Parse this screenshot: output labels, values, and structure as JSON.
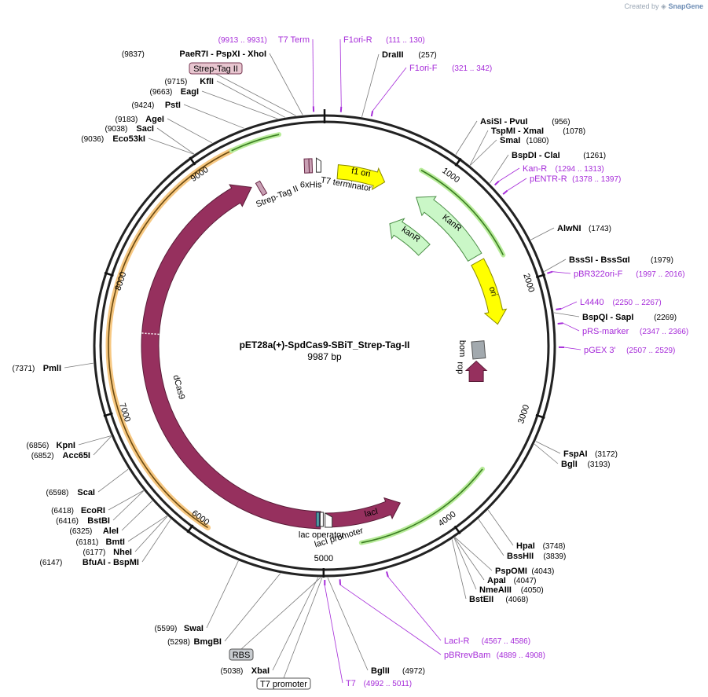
{
  "credit": {
    "created_by": "Created by",
    "brand": "SnapGene"
  },
  "plasmid": {
    "name": "pET28a(+)-SpdCas9-SBiT_Strep-Tag-II",
    "size_label": "9987 bp",
    "length": 9987
  },
  "colors": {
    "backbone": "#222222",
    "site_line": "#7a7a7a",
    "primer": "#a62cd9",
    "cas9": "#96305e",
    "kan": "#caf7c7",
    "kan_stroke": "#4c8f47",
    "yellow": "#ffff00",
    "orange_glow": "#f7c882",
    "green_glow": "#b8ec9a",
    "green_line": "#3b7d22",
    "bom": "#a2a9ae",
    "rop": "#96305e"
  },
  "ticks": [
    {
      "pos": 1000,
      "label": "1000"
    },
    {
      "pos": 2000,
      "label": "2000"
    },
    {
      "pos": 3000,
      "label": "3000"
    },
    {
      "pos": 4000,
      "label": "4000"
    },
    {
      "pos": 5000,
      "label": "5000"
    },
    {
      "pos": 6000,
      "label": "6000"
    },
    {
      "pos": 7000,
      "label": "7000"
    },
    {
      "pos": 8000,
      "label": "8000"
    },
    {
      "pos": 9000,
      "label": "9000"
    }
  ],
  "sites": [
    {
      "pos": 257,
      "name": "DraIII",
      "label_pos": "(257)",
      "side": "right"
    },
    {
      "pos": 956,
      "name": "AsiSI  - PvuI",
      "label_pos": "(956)",
      "side": "right"
    },
    {
      "pos": 1078,
      "name": "TspMI  - XmaI",
      "label_pos": "(1078)",
      "side": "right"
    },
    {
      "pos": 1080,
      "name": "SmaI",
      "label_pos": "(1080)",
      "side": "right"
    },
    {
      "pos": 1261,
      "name": "BspDI  - ClaI",
      "label_pos": "(1261)",
      "side": "right"
    },
    {
      "pos": 1743,
      "name": "AlwNI",
      "label_pos": "(1743)",
      "side": "right"
    },
    {
      "pos": 1979,
      "name": "BssSI  - BssSαI",
      "label_pos": "(1979)",
      "side": "right"
    },
    {
      "pos": 2269,
      "name": "BspQI  - SapI",
      "label_pos": "(2269)",
      "side": "right"
    },
    {
      "pos": 3172,
      "name": "FspAI",
      "label_pos": "(3172)",
      "side": "right"
    },
    {
      "pos": 3193,
      "name": "BglI",
      "label_pos": "(3193)",
      "side": "right"
    },
    {
      "pos": 3748,
      "name": "HpaI",
      "label_pos": "(3748)",
      "side": "right"
    },
    {
      "pos": 3839,
      "name": "BssHII",
      "label_pos": "(3839)",
      "side": "right"
    },
    {
      "pos": 4043,
      "name": "PspOMI",
      "label_pos": "(4043)",
      "side": "right"
    },
    {
      "pos": 4047,
      "name": "ApaI",
      "label_pos": "(4047)",
      "side": "right"
    },
    {
      "pos": 4050,
      "name": "NmeAIII",
      "label_pos": "(4050)",
      "side": "right"
    },
    {
      "pos": 4068,
      "name": "BstEII",
      "label_pos": "(4068)",
      "side": "right"
    },
    {
      "pos": 4972,
      "name": "BglII",
      "label_pos": "(4972)",
      "side": "right"
    },
    {
      "pos": 5038,
      "name": "XbaI",
      "label_pos": "(5038)",
      "side": "left"
    },
    {
      "pos": 5298,
      "name": "BmgBI",
      "label_pos": "(5298)",
      "side": "left"
    },
    {
      "pos": 5599,
      "name": "SwaI",
      "label_pos": "(5599)",
      "side": "left"
    },
    {
      "pos": 6147,
      "name": "BfuAI  - BspMI",
      "label_pos": "(6147)",
      "side": "left"
    },
    {
      "pos": 6177,
      "name": "NheI",
      "label_pos": "(6177)",
      "side": "left"
    },
    {
      "pos": 6181,
      "name": "BmtI",
      "label_pos": "(6181)",
      "side": "left"
    },
    {
      "pos": 6325,
      "name": "AleI",
      "label_pos": "(6325)",
      "side": "left"
    },
    {
      "pos": 6416,
      "name": "BstBI",
      "label_pos": "(6416)",
      "side": "left"
    },
    {
      "pos": 6418,
      "name": "EcoRI",
      "label_pos": "(6418)",
      "side": "left"
    },
    {
      "pos": 6598,
      "name": "ScaI",
      "label_pos": "(6598)",
      "side": "left"
    },
    {
      "pos": 6852,
      "name": "Acc65I",
      "label_pos": "(6852)",
      "side": "left"
    },
    {
      "pos": 6856,
      "name": "KpnI",
      "label_pos": "(6856)",
      "side": "left"
    },
    {
      "pos": 7371,
      "name": "PmlI",
      "label_pos": "(7371)",
      "side": "left"
    },
    {
      "pos": 9036,
      "name": "Eco53kI",
      "label_pos": "(9036)",
      "side": "left"
    },
    {
      "pos": 9038,
      "name": "SacI",
      "label_pos": "(9038)",
      "side": "left"
    },
    {
      "pos": 9183,
      "name": "AgeI",
      "label_pos": "(9183)",
      "side": "left"
    },
    {
      "pos": 9424,
      "name": "PstI",
      "label_pos": "(9424)",
      "side": "left"
    },
    {
      "pos": 9663,
      "name": "EagI",
      "label_pos": "(9663)",
      "side": "left"
    },
    {
      "pos": 9715,
      "name": "KflI",
      "label_pos": "(9715)",
      "side": "left"
    },
    {
      "pos": 9837,
      "name": "PaeR7I  - PspXI  - XhoI",
      "label_pos": "(9837)",
      "side": "left"
    }
  ],
  "primers": [
    {
      "pos": 9913,
      "name": "T7 Term",
      "label_pos": "(9913 .. 9931)",
      "side": "left"
    },
    {
      "pos": 111,
      "name": "F1ori-R",
      "label_pos": "(111 .. 130)",
      "side": "right"
    },
    {
      "pos": 321,
      "name": "F1ori-F",
      "label_pos": "(321 .. 342)",
      "side": "right"
    },
    {
      "pos": 1294,
      "name": "Kan-R",
      "label_pos": "(1294 .. 1313)",
      "side": "right"
    },
    {
      "pos": 1378,
      "name": "pENTR-R",
      "label_pos": "(1378 .. 1397)",
      "side": "right"
    },
    {
      "pos": 1997,
      "name": "pBR322ori-F",
      "label_pos": "(1997 .. 2016)",
      "side": "right"
    },
    {
      "pos": 2250,
      "name": "L4440",
      "label_pos": "(2250 .. 2267)",
      "side": "right"
    },
    {
      "pos": 2347,
      "name": "pRS-marker",
      "label_pos": "(2347 .. 2366)",
      "side": "right"
    },
    {
      "pos": 2507,
      "name": "pGEX 3'",
      "label_pos": "(2507 .. 2529)",
      "side": "right"
    },
    {
      "pos": 4567,
      "name": "LacI-R",
      "label_pos": "(4567 .. 4586)",
      "side": "right"
    },
    {
      "pos": 4889,
      "name": "pBRrevBam",
      "label_pos": "(4889 .. 4908)",
      "side": "right"
    },
    {
      "pos": 4992,
      "name": "T7",
      "label_pos": "(4992 .. 5011)",
      "side": "right"
    }
  ],
  "boxed_features": [
    {
      "name": "Strep-Tag II",
      "pos": 9790
    },
    {
      "name": "RBS",
      "pos": 5020
    },
    {
      "name": "T7 promoter",
      "pos": 5010
    }
  ],
  "features": {
    "f1ori": "f1 ori",
    "kanr_1": "KanR",
    "kanr_2": "kanR",
    "ori": "ori",
    "bom": "bom",
    "rop": "rop",
    "laci": "lacI",
    "laci_promoter": "lacI promoter",
    "lac_operator": "lac operator",
    "dcas9": "dCas9",
    "six_his": "6xHis",
    "t7_terminator": "T7 terminator",
    "strep_tag": "Strep-Tag II"
  }
}
